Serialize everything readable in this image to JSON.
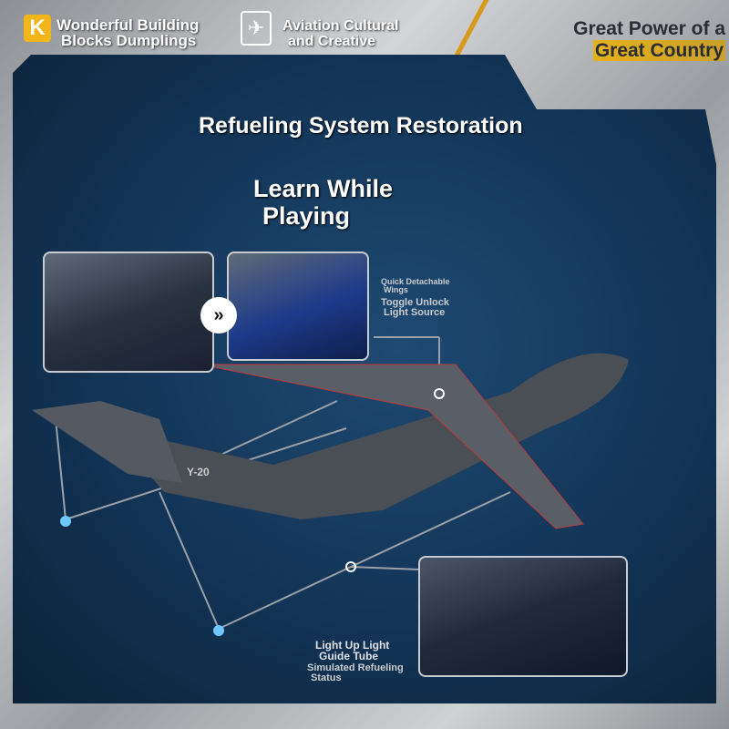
{
  "header": {
    "brand_logo": "K",
    "brand_name_line1": "Wonderful Building",
    "brand_name_line2": "Blocks Dumplings",
    "partner_logo": "aviation-plane-icon",
    "partner_line1": "Aviation Cultural",
    "partner_line2": "and Creative",
    "slogan_line1": "Great Power of a",
    "slogan_line2": "Great Country"
  },
  "main": {
    "title": "Refueling System Restoration",
    "subtitle_line1": "Learn While",
    "subtitle_line2": "Playing",
    "plane_marking": "Y-20",
    "next_icon": "»"
  },
  "callouts": {
    "wings_line1": "Quick Detachable",
    "wings_line2": "Wings",
    "light_line1": "Toggle Unlock",
    "light_line2": "Light Source",
    "tube_line1": "Light Up Light",
    "tube_line2": "Guide Tube",
    "status_line1": "Simulated Refueling",
    "status_line2": "Status"
  },
  "colors": {
    "accent": "#f2b51a",
    "panel": "#123456"
  }
}
